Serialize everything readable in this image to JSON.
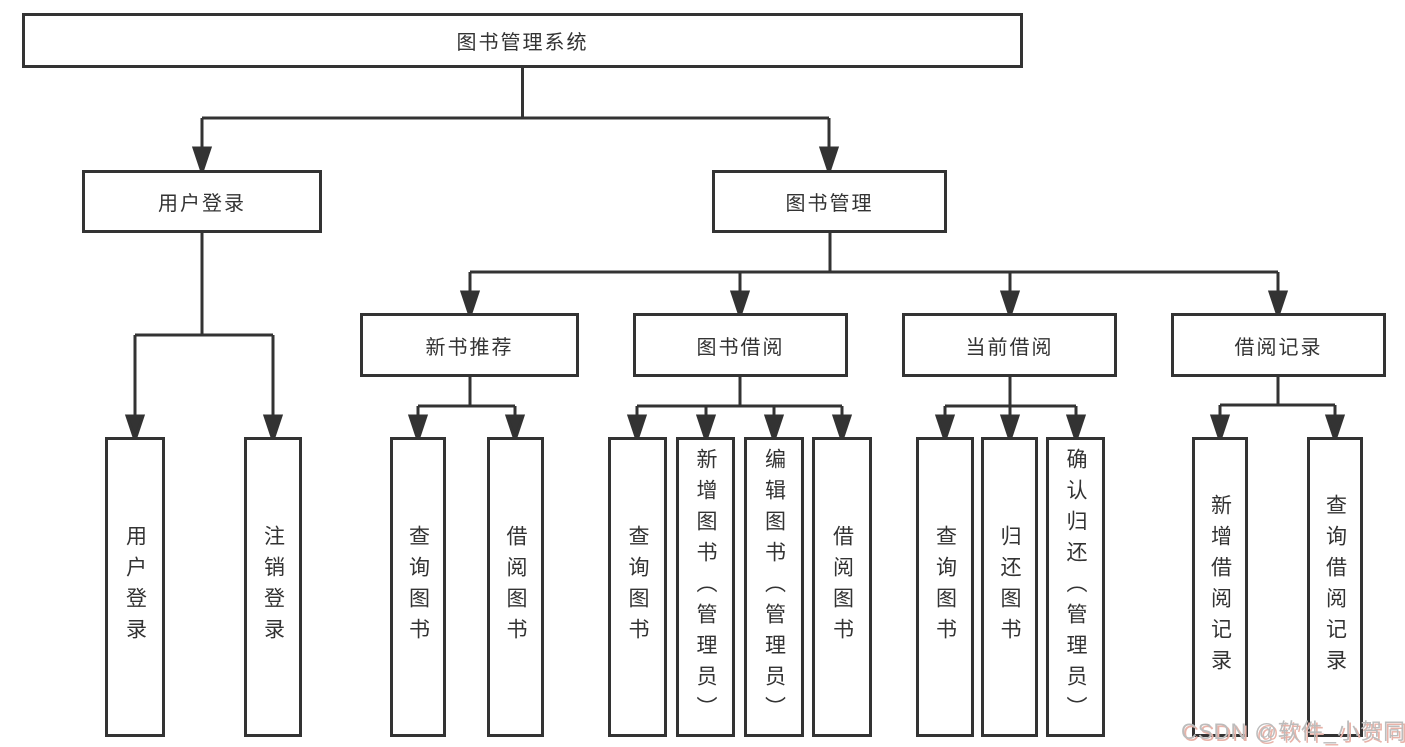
{
  "diagram": {
    "root": {
      "label": "图书管理系统"
    },
    "branches": [
      {
        "label": "用户登录",
        "children": [
          {
            "label": "用户登录"
          },
          {
            "label": "注销登录"
          }
        ]
      },
      {
        "label": "图书管理",
        "children": [
          {
            "label": "新书推荐",
            "children": [
              {
                "label": "查询图书"
              },
              {
                "label": "借阅图书"
              }
            ]
          },
          {
            "label": "图书借阅",
            "children": [
              {
                "label": "查询图书"
              },
              {
                "label": "新增图书（管理员）"
              },
              {
                "label": "编辑图书（管理员）"
              },
              {
                "label": "借阅图书"
              }
            ]
          },
          {
            "label": "当前借阅",
            "children": [
              {
                "label": "查询图书"
              },
              {
                "label": "归还图书"
              },
              {
                "label": "确认归还（管理员）"
              }
            ]
          },
          {
            "label": "借阅记录",
            "children": [
              {
                "label": "新增借阅记录"
              },
              {
                "label": "查询借阅记录"
              }
            ]
          }
        ]
      }
    ]
  },
  "watermark": {
    "text": "CSDN @软件_小贺同学"
  },
  "colors": {
    "line": "#333333",
    "box_border": "#333333",
    "box_background": "#ffffff",
    "text": "#333333",
    "watermark_text": "#bcbcbc",
    "watermark_shadow": "#e8b3a9"
  }
}
